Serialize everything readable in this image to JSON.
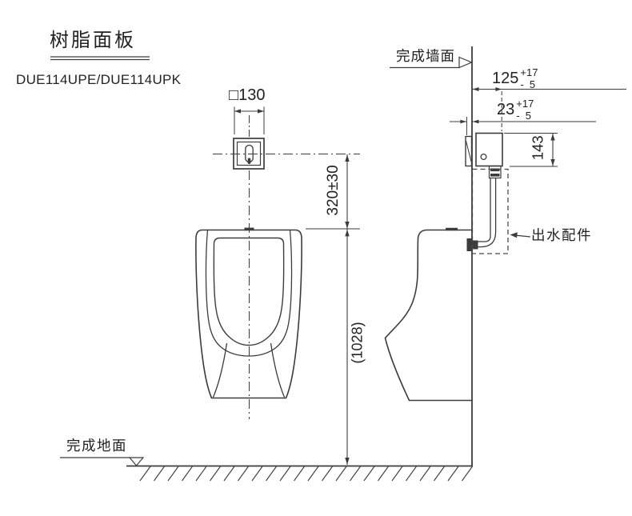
{
  "title": "树脂面板",
  "model": "DUE114UPE/DUE114UPK",
  "labels": {
    "finished_wall": "完成墙面",
    "finished_floor": "完成地面",
    "outlet_fitting": "出水配件"
  },
  "dimensions": {
    "sensor_plate_width": "□130",
    "sensor_center_above_rim": "320±30",
    "rim_height_from_floor": "(1028)",
    "valve_box_height": "143",
    "wall_to_pipe": {
      "main": "125",
      "plus": "+17",
      "minus": "-  5"
    },
    "wall_to_panel": {
      "main": "23",
      "plus": "+17",
      "minus": "-  5"
    }
  },
  "colors": {
    "line": "#3c3c3c",
    "text": "#222222",
    "background": "#ffffff"
  }
}
